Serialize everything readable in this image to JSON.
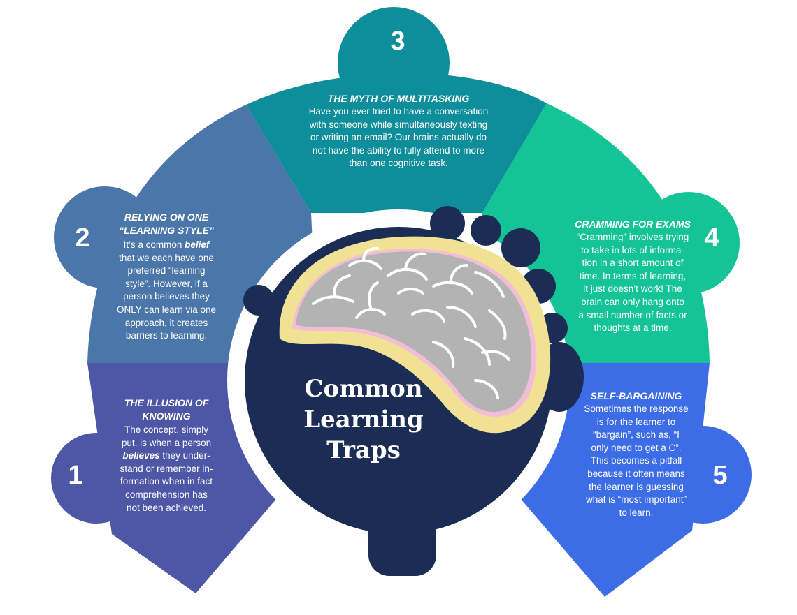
{
  "title_lines": [
    "Common",
    "Learning",
    "Traps"
  ],
  "segments": [
    {
      "number": "1",
      "title_lines": [
        "THE ILLUSION OF",
        "KNOWING"
      ],
      "body_html": "The concept, simply<br>put, is when a person<br><b>believes</b> they under-<br>stand or remember in-<br>formation when in fact<br>comprehension has<br>not been achieved.",
      "color": "#4e56a6"
    },
    {
      "number": "2",
      "title_lines": [
        "RELYING ON ONE",
        "“LEARNING STYLE”"
      ],
      "body_html": "It’s a common <b>belief</b><br>that we each have one<br>preferred “learning<br>style”. However, if a<br>person believes they<br>ONLY can learn via one<br>approach, it creates<br>barriers to learning.",
      "color": "#4b76aa"
    },
    {
      "number": "3",
      "title_lines": [
        "THE MYTH OF MULTITASKING"
      ],
      "body_html": "Have you ever tried to have a conversation<br>with someone while simultaneously texting<br>or writing an email? Our brains actually do<br>not have the ability to fully attend to more<br>than one cognitive task.",
      "color": "#0e8e9a"
    },
    {
      "number": "4",
      "title_lines": [
        "CRAMMING FOR EXAMS"
      ],
      "body_html": "“Cramming” involves trying<br>to take in lots of informa-<br>tion in a short amount of<br>time.  In terms of learning,<br>it just doesn’t work! The<br>brain can only hang onto<br>a small number of facts or<br>thoughts at a time.",
      "color": "#15c496"
    },
    {
      "number": "5",
      "title_lines": [
        "SELF-BARGAINING"
      ],
      "body_html": "Sometimes the response<br>is for the learner to<br>“bargain”, such as, “I<br>only need to get a C”.<br>This becomes a pitfall<br>because it often means<br>the learner is guessing<br>what is “most important”<br>to learn.",
      "color": "#3d6de6"
    }
  ],
  "colors": {
    "head": "#1c2d55",
    "brain_outer": "#f0e195",
    "brain_inner": "#b3b3b3",
    "brain_rim": "#f2bdd6"
  }
}
